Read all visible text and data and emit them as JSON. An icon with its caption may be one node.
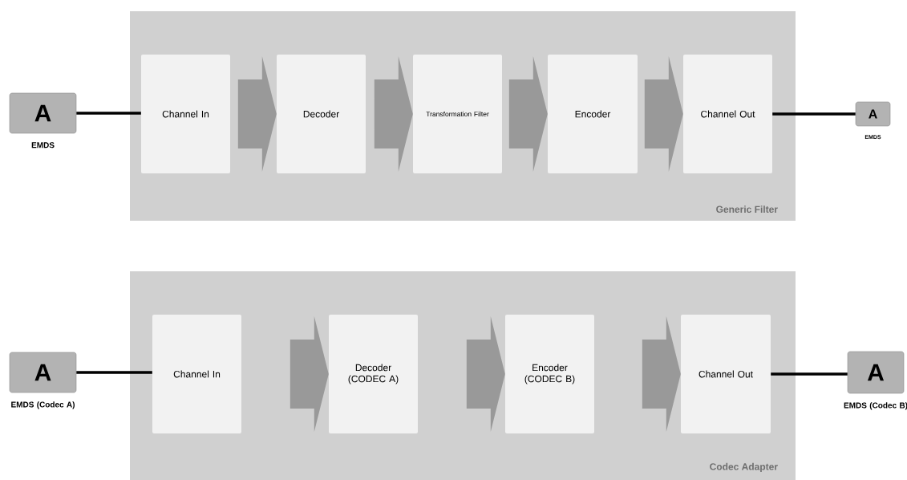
{
  "diagram": {
    "nodes": [
      {
        "text": [
          "Generic Filter"
        ]
      },
      {
        "text": [
          "A"
        ],
        "beside": [
          "EMDS"
        ]
      },
      {
        "text": [
          "Channel In"
        ],
        "in": 0
      },
      {
        "text": [
          "Decoder"
        ],
        "in": 0
      },
      {
        "text": [
          "Transformation Filter"
        ],
        "in": 0
      },
      {
        "text": [
          "Encoder"
        ],
        "in": 0
      },
      {
        "text": [
          "Channel Out"
        ],
        "in": 0
      },
      {
        "text": [
          "A"
        ],
        "beside": [
          "EMDS"
        ]
      },
      {
        "text": [
          "Codec Adapter"
        ]
      },
      {
        "text": [
          "A"
        ],
        "beside": [
          "EMDS (Codec A)"
        ]
      },
      {
        "text": [
          "Channel In"
        ],
        "in": 8
      },
      {
        "text": [
          "Decoder (CODEC A)"
        ],
        "in": 8
      },
      {
        "text": [
          "Encoder (CODEC B)"
        ],
        "in": 8
      },
      {
        "text": [
          "Channel Out"
        ],
        "in": 8
      },
      {
        "text": [
          "A"
        ],
        "beside": [
          "EMDS (Codec B)"
        ]
      }
    ],
    "edges": [
      {
        "from": 1,
        "to": 2,
        "arrow": "none",
        "color": "#000000"
      },
      {
        "from": 2,
        "to": 3,
        "arrow": "to"
      },
      {
        "from": 3,
        "to": 4,
        "arrow": "to"
      },
      {
        "from": 4,
        "to": 5,
        "arrow": "to"
      },
      {
        "from": 5,
        "to": 6,
        "arrow": "to"
      },
      {
        "from": 6,
        "to": 7,
        "arrow": "none",
        "color": "#000000"
      },
      {
        "from": 9,
        "to": 10,
        "arrow": "none",
        "color": "#000000"
      },
      {
        "from": 10,
        "to": 11,
        "arrow": "to"
      },
      {
        "from": 11,
        "to": 12,
        "arrow": "to"
      },
      {
        "from": 12,
        "to": 13,
        "arrow": "to"
      },
      {
        "from": 13,
        "to": 14,
        "arrow": "none",
        "color": "#000000"
      }
    ]
  }
}
